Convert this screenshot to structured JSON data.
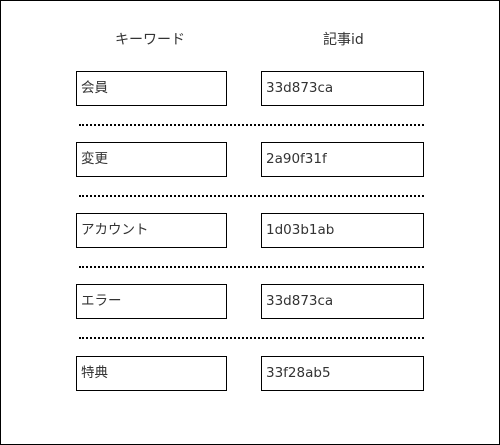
{
  "headers": {
    "keyword": "キーワード",
    "article_id": "記事id"
  },
  "rows": [
    {
      "keyword": "会員",
      "article_id": "33d873ca"
    },
    {
      "keyword": "変更",
      "article_id": "2a90f31f"
    },
    {
      "keyword": "アカウント",
      "article_id": "1d03b1ab"
    },
    {
      "keyword": "エラー",
      "article_id": "33d873ca"
    },
    {
      "keyword": "特典",
      "article_id": "33f28ab5"
    }
  ]
}
